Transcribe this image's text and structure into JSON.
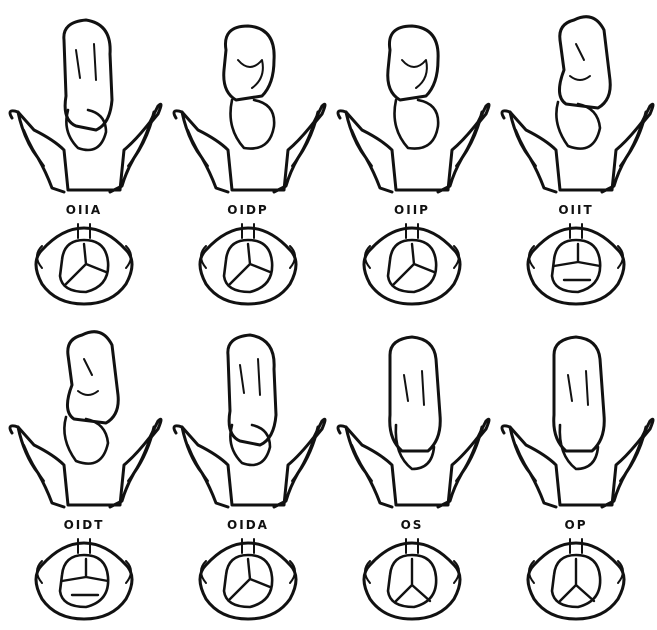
{
  "colors": {
    "ink": "#111111",
    "background": "#ffffff"
  },
  "positions": [
    {
      "label": "OIIA",
      "variant": "ant-flexed"
    },
    {
      "label": "OIDP",
      "variant": "flexed"
    },
    {
      "label": "OIIP",
      "variant": "flexed-low"
    },
    {
      "label": "OIIT",
      "variant": "trans"
    },
    {
      "label": "OIDT",
      "variant": "trans"
    },
    {
      "label": "OIDA",
      "variant": "ant-flexed"
    },
    {
      "label": "OS",
      "variant": "sacral"
    },
    {
      "label": "OP",
      "variant": "pubic"
    }
  ]
}
